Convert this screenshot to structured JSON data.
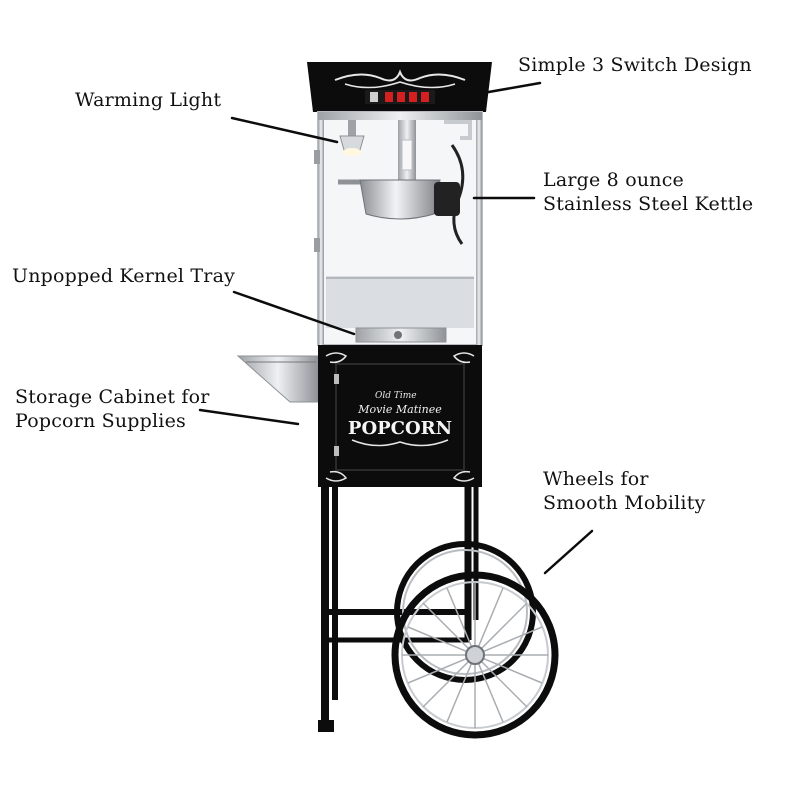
{
  "callouts": {
    "switch": "Simple 3 Switch Design",
    "warming_light": "Warming Light",
    "kettle_line1": "Large 8 ounce",
    "kettle_line2": "Stainless Steel Kettle",
    "kernel_tray": "Unpopped Kernel Tray",
    "storage_line1": "Storage Cabinet for",
    "storage_line2": "Popcorn Supplies",
    "wheels_line1": "Wheels for",
    "wheels_line2": "Smooth Mobility"
  },
  "machine": {
    "sign_line1": "Old Time",
    "sign_line2": "Movie Matinee",
    "sign_line3": "POPCORN"
  },
  "colors": {
    "body": "#0c0c0c",
    "chrome": "#c9ccd0",
    "glass": "#f4f6f8",
    "switch_red": "#d42020"
  }
}
